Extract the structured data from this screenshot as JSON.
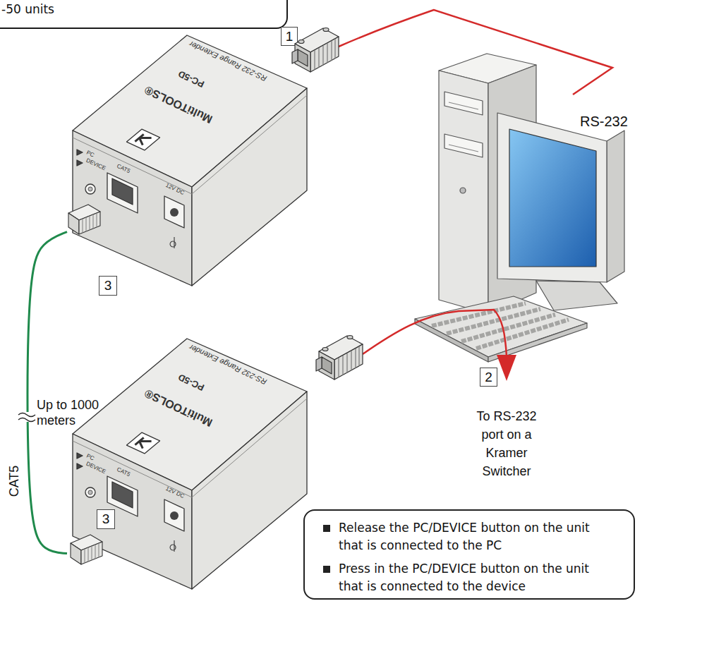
{
  "diagram": {
    "nodes": [
      {
        "text": [
          "-50 units"
        ]
      },
      {
        "text": [
          "1"
        ]
      },
      {
        "text": [
          "MultiTOOLS®",
          "PC-5D",
          "RS-232 Range Extender",
          "PC",
          "DEVICE",
          "CAT5",
          "12V DC"
        ]
      },
      {
        "text": [
          "3"
        ]
      },
      {
        "text": [
          "2"
        ]
      },
      {
        "text": [
          "MultiTOOLS®",
          "PC-5D",
          "RS-232 Range Extender",
          "PC",
          "DEVICE",
          "CAT5",
          "12V DC"
        ]
      },
      {
        "text": [
          "3"
        ]
      },
      {
        "text": [
          "Release the PC/DEVICE button on the unit that is connected to the PC",
          "Press in the PC/DEVICE button on the unit that is connected to the device"
        ]
      }
    ],
    "edges": [
      {
        "from": 2,
        "to": 5,
        "arrow": "none",
        "label": "CAT5"
      }
    ],
    "labels": [
      "RS-232",
      "Up to 1000 meters",
      "To RS-232 port on a Kramer Switcher"
    ]
  }
}
